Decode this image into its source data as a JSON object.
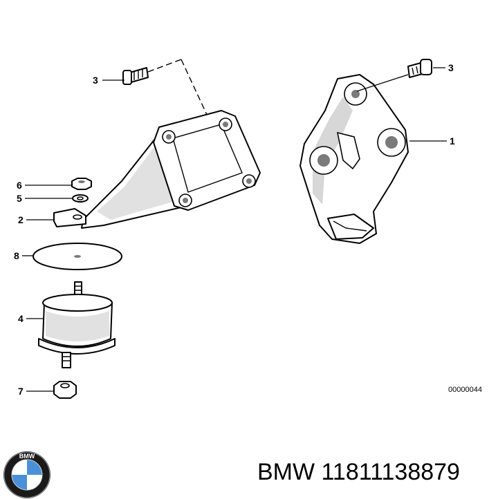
{
  "callouts": {
    "c1": "1",
    "c2": "2",
    "c3a": "3",
    "c3b": "3",
    "c4": "4",
    "c5": "5",
    "c6": "6",
    "c7": "7",
    "c8": "8"
  },
  "diagram_ref": "00000044",
  "footer": {
    "part_number": "BMW 11811138879",
    "logo_text": "BMW"
  },
  "colors": {
    "line": "#000000",
    "shade": "#bdbdbd",
    "logo_blue": "#4a90d9"
  }
}
